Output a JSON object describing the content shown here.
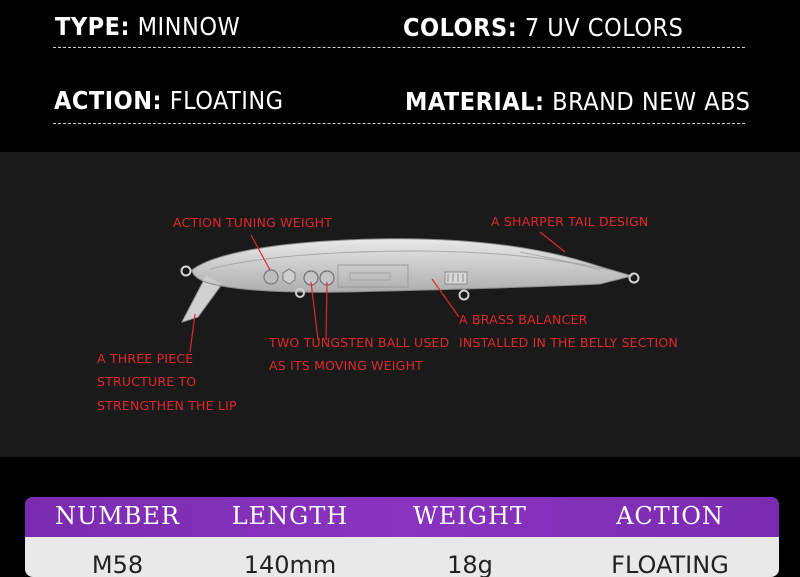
{
  "specs": {
    "type_label": "TYPE:",
    "type_value": "MINNOW",
    "colors_label": "COLORS:",
    "colors_value": "7 UV COLORS",
    "action_label": "ACTION:",
    "action_value": "FLOATING",
    "material_label": "MATERIAL:",
    "material_value": "BRAND NEW ABS"
  },
  "diagram": {
    "notes": {
      "action_tuning": "ACTION TUNING WEIGHT",
      "tail": "A SHARPER TAIL DESIGN",
      "brass_1": "A BRASS BALANCER",
      "brass_2": "INSTALLED IN THE BELLY SECTION",
      "tungsten_1": "TWO TUNGSTEN BALL USED",
      "tungsten_2": "AS ITS MOVING WEIGHT",
      "lip_1": "A THREE PIECE",
      "lip_2": "STRUCTURE TO",
      "lip_3": "STRENGTHEN THE LIP"
    },
    "note_color": "#e0282e"
  },
  "table": {
    "headers": [
      "NUMBER",
      "LENGTH",
      "WEIGHT",
      "ACTION"
    ],
    "row": [
      "M58",
      "140mm",
      "18g",
      "FLOATING"
    ],
    "header_color": "#8a33c0"
  }
}
